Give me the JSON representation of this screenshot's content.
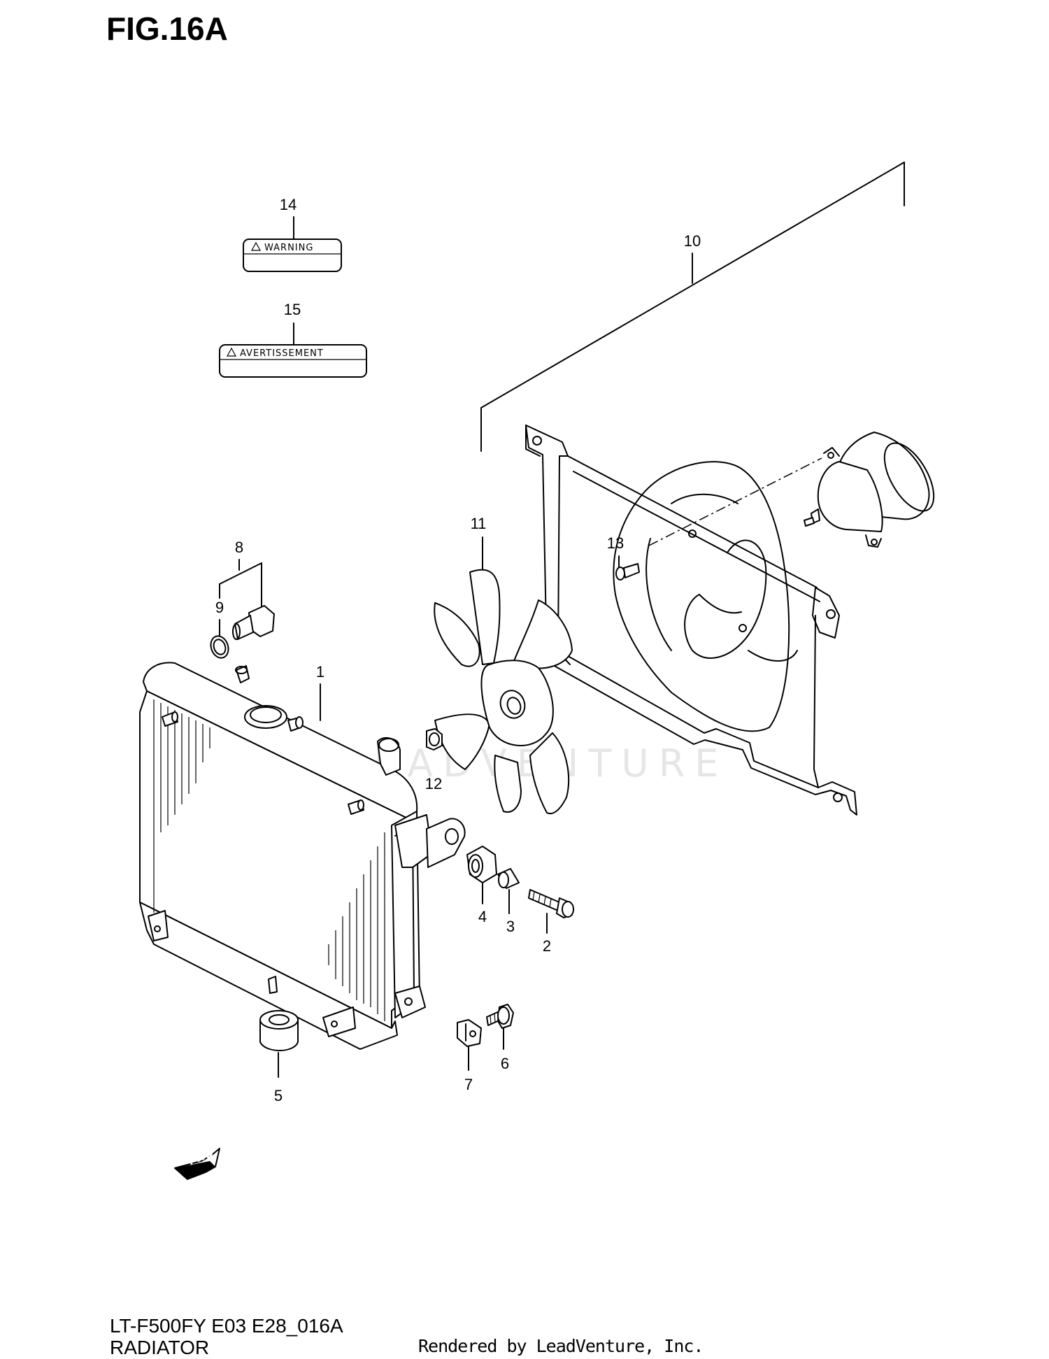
{
  "figure": {
    "title": "FIG.16A",
    "model_code": "LT-F500FY E03 E28_016A",
    "section_name": "RADIATOR",
    "rendered_by": "Rendered by LeadVenture, Inc.",
    "watermark": "LEADVENTURE"
  },
  "labels": {
    "warning": "WARNING",
    "avertissement": "AVERTISSEMENT",
    "fwd": "FWD"
  },
  "callouts": {
    "n1": "1",
    "n2": "2",
    "n3": "3",
    "n4": "4",
    "n5": "5",
    "n6": "6",
    "n7": "7",
    "n8": "8",
    "n9": "9",
    "n10": "10",
    "n11": "11",
    "n12": "12",
    "n13": "13",
    "n14": "14",
    "n15": "15"
  }
}
